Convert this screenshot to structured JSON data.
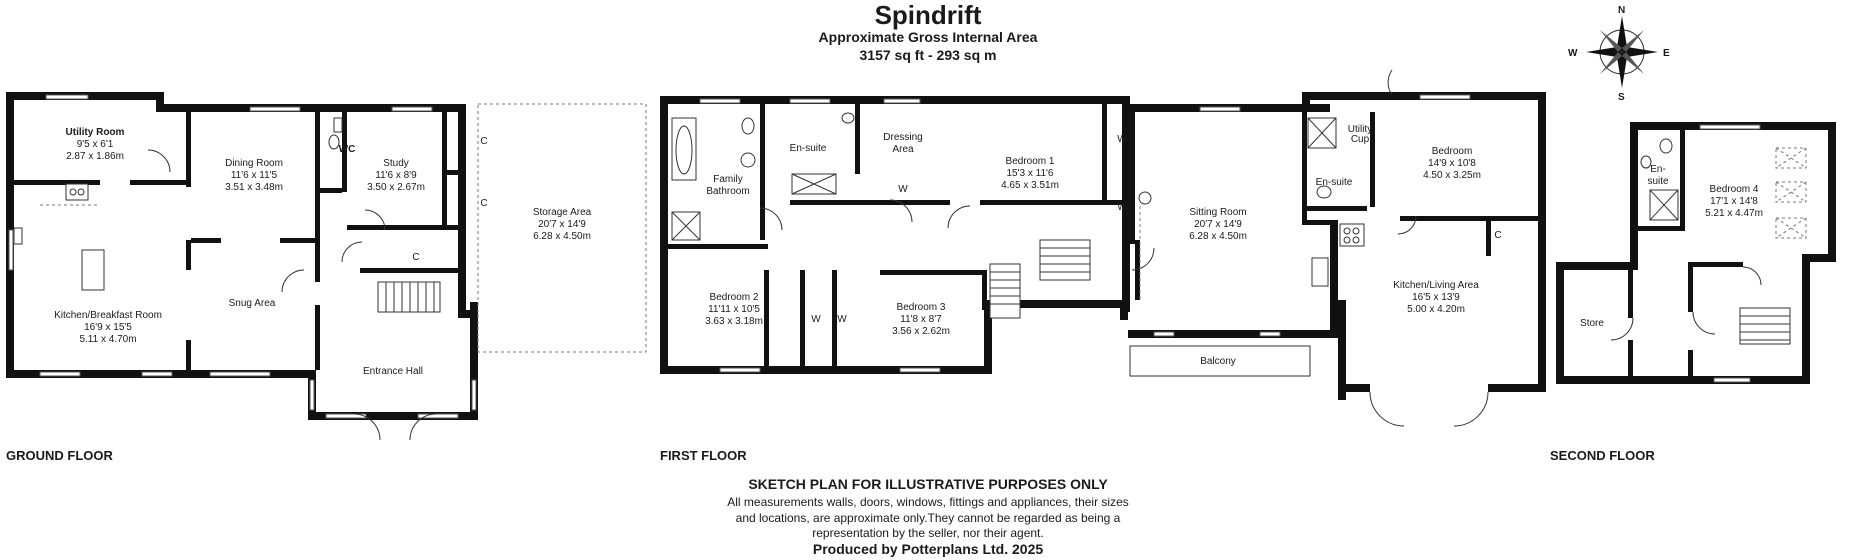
{
  "header": {
    "title": "Spindrift",
    "subtitle": "Approximate Gross Internal Area",
    "area": "3157 sq ft - 293 sq m"
  },
  "compass": {
    "n": "N",
    "s": "S",
    "e": "E",
    "w": "W"
  },
  "floors": {
    "ground": "GROUND FLOOR",
    "first": "FIRST FLOOR",
    "second": "SECOND FLOOR"
  },
  "rooms": {
    "utility": {
      "name": "Utility Room",
      "imperial": "9'5 x 6'1",
      "metric": "2.87 x 1.86m"
    },
    "dining": {
      "name": "Dining Room",
      "imperial": "11'6 x 11'5",
      "metric": "3.51 x 3.48m"
    },
    "wc": {
      "name": "WC"
    },
    "study": {
      "name": "Study",
      "imperial": "11'6 x 8'9",
      "metric": "3.50 x 2.67m"
    },
    "storage": {
      "name": "Storage Area",
      "imperial": "20'7 x 14'9",
      "metric": "6.28 x 4.50m"
    },
    "kitchen_breakfast": {
      "name": "Kitchen/Breakfast Room",
      "imperial": "16'9 x 15'5",
      "metric": "5.11 x 4.70m"
    },
    "snug": {
      "name": "Snug Area"
    },
    "entrance": {
      "name": "Entrance Hall"
    },
    "family_bath": {
      "name1": "Family",
      "name2": "Bathroom"
    },
    "ensuite1": {
      "name": "En-suite"
    },
    "dressing": {
      "name1": "Dressing",
      "name2": "Area"
    },
    "bed1": {
      "name": "Bedroom 1",
      "imperial": "15'3 x 11'6",
      "metric": "4.65 x 3.51m"
    },
    "sitting": {
      "name": "Sitting Room",
      "imperial": "20'7 x 14'9",
      "metric": "6.28 x 4.50m"
    },
    "utility_cup": {
      "name1": "Utility",
      "name2": "Cup"
    },
    "bedroom": {
      "name": "Bedroom",
      "imperial": "14'9 x 10'8",
      "metric": "4.50 x 3.25m"
    },
    "ensuite2": {
      "name": "En-suite"
    },
    "bed2": {
      "name": "Bedroom 2",
      "imperial": "11'11 x 10'5",
      "metric": "3.63 x 3.18m"
    },
    "bed3": {
      "name": "Bedroom 3",
      "imperial": "11'8 x 8'7",
      "metric": "3.56 x 2.62m"
    },
    "kitchen_living": {
      "name": "Kitchen/Living Area",
      "imperial": "16'5 x 13'9",
      "metric": "5.00 x 4.20m"
    },
    "balcony": {
      "name": "Balcony"
    },
    "ensuite3": {
      "name1": "En-",
      "name2": "suite"
    },
    "bed4": {
      "name": "Bedroom 4",
      "imperial": "17'1 x 14'8",
      "metric": "5.21 x 4.47m"
    },
    "store": {
      "name": "Store"
    }
  },
  "marks": {
    "cupboard": "C",
    "wardrobe": "W"
  },
  "footer": {
    "heading": "SKETCH PLAN FOR ILLUSTRATIVE PURPOSES ONLY",
    "line1": "All measurements walls, doors, windows, fittings and appliances, their sizes",
    "line2": "and locations, are approximate only.They cannot be regarded as being a",
    "line3": "representation by the seller, nor their agent.",
    "producer": "Produced by Potterplans Ltd. 2025"
  }
}
